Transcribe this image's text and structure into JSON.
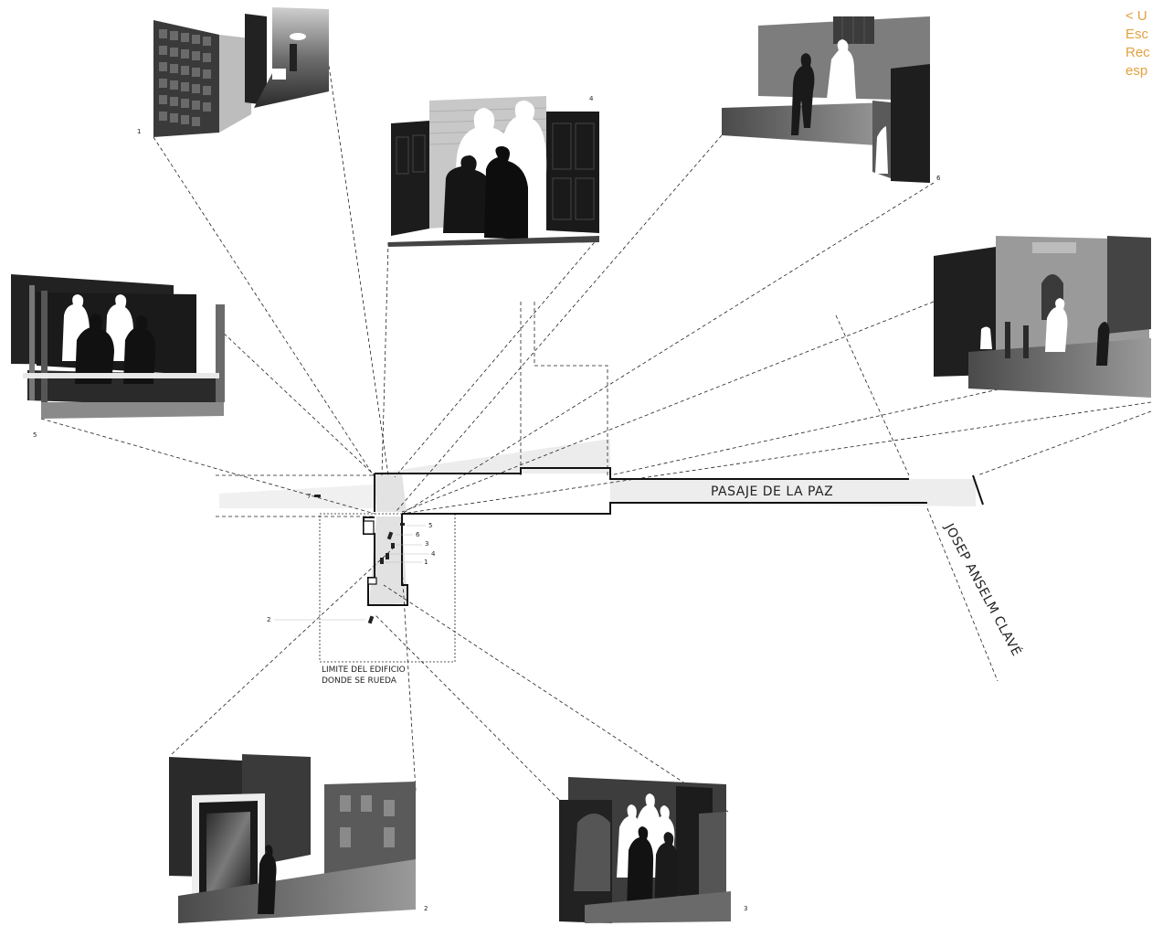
{
  "caption": {
    "lines": [
      "< U",
      "Esc",
      "Rec",
      "esp"
    ],
    "color": "#e3a040"
  },
  "streets": {
    "pasaje": "PASAJE DE LA PAZ",
    "josep": "JOSEP ANSELM CLAVÉ"
  },
  "building_limit": {
    "line1": "LIMITE DEL EDIFICIO",
    "line2": "DONDE SE RUEDA"
  },
  "photos": [
    {
      "number": "1"
    },
    {
      "number": "4"
    },
    {
      "number": "6"
    },
    {
      "number": "5"
    },
    {
      "number": "2"
    },
    {
      "number": "3"
    },
    {
      "number": ""
    }
  ],
  "camera_marks": {
    "m7": "7",
    "m5": "5",
    "m6": "6",
    "m3": "3",
    "m4": "4",
    "m1": "1",
    "m2": "2"
  },
  "palette": {
    "ink": "#222222",
    "shade": "#e6e6e6",
    "accent": "#e3a040"
  }
}
